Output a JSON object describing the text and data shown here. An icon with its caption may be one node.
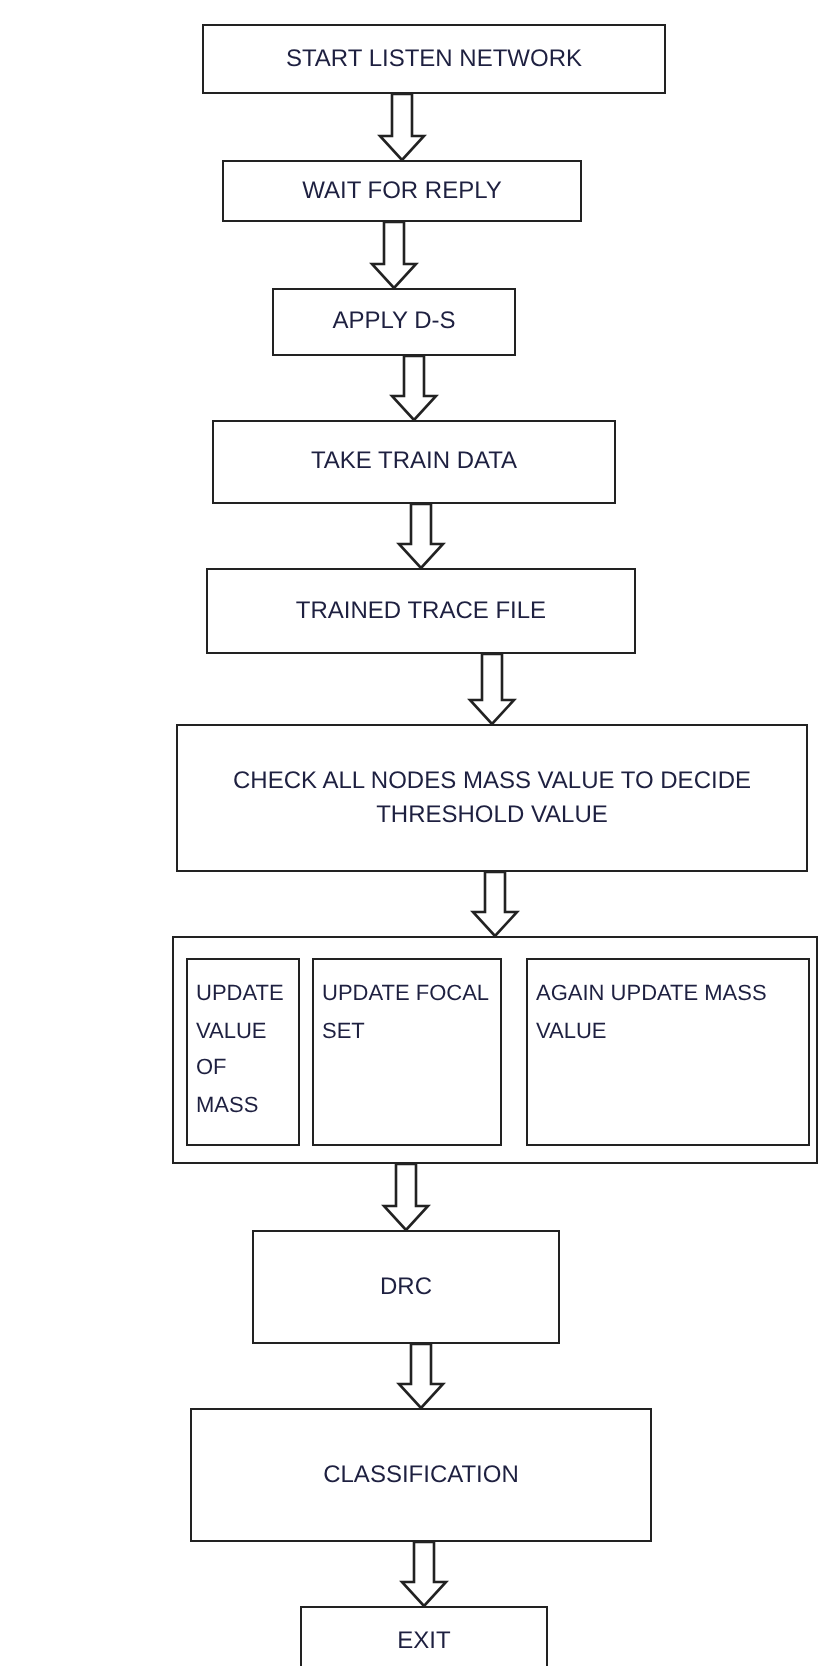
{
  "diagram": {
    "nodes": [
      {
        "text": [
          "START LISTEN NETWORK"
        ]
      },
      {
        "text": [
          "WAIT FOR REPLY"
        ]
      },
      {
        "text": [
          "APPLY D-S"
        ]
      },
      {
        "text": [
          "TAKE TRAIN DATA"
        ]
      },
      {
        "text": [
          "TRAINED TRACE FILE"
        ]
      },
      {
        "text": [
          "CHECK ALL NODES MASS VALUE TO DECIDE THRESHOLD VALUE"
        ]
      },
      {
        "text": [],
        "shape": "box"
      },
      {
        "text": [
          "UPDATE VALUE OF MASS"
        ],
        "in": 6
      },
      {
        "text": [
          "UPDATE FOCAL SET"
        ],
        "in": 6
      },
      {
        "text": [
          "AGAIN UPDATE MASS VALUE"
        ],
        "in": 6
      },
      {
        "text": [
          "DRC"
        ]
      },
      {
        "text": [
          "CLASSIFICATION"
        ]
      },
      {
        "text": [
          "EXIT"
        ]
      }
    ],
    "edges": [
      {
        "from": 0,
        "to": 1,
        "arrow": "to"
      },
      {
        "from": 1,
        "to": 2,
        "arrow": "to"
      },
      {
        "from": 2,
        "to": 3,
        "arrow": "to"
      },
      {
        "from": 3,
        "to": 4,
        "arrow": "to"
      },
      {
        "from": 4,
        "to": 5,
        "arrow": "to"
      },
      {
        "from": 5,
        "to": 6,
        "arrow": "to"
      },
      {
        "from": 6,
        "to": 10,
        "arrow": "to"
      },
      {
        "from": 10,
        "to": 11,
        "arrow": "to"
      },
      {
        "from": 11,
        "to": 12,
        "arrow": "to"
      }
    ]
  }
}
